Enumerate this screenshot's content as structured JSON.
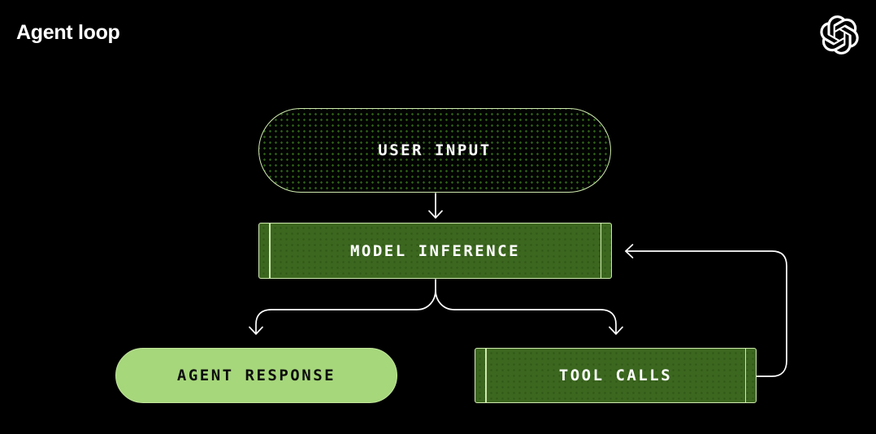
{
  "header": {
    "title": "Agent loop",
    "logo_icon": "openai-logo"
  },
  "colors": {
    "background": "#000000",
    "title_text": "#ffffff",
    "node_border": "#cfeaae",
    "green_fill": "#3c671f",
    "green_fill_dot": "#2f5718",
    "black_fill_dot": "#2c5c16",
    "light_green_fill": "#a6d77b",
    "connector": "#ffffff",
    "light_text": "#ffffff",
    "dark_text": "#0d0d0d"
  },
  "diagram": {
    "nodes": [
      {
        "id": "user-input",
        "label": "USER INPUT",
        "shape": "pill",
        "fill": "dotted-black"
      },
      {
        "id": "model-inference",
        "label": "MODEL INFERENCE",
        "shape": "subroutine",
        "fill": "green"
      },
      {
        "id": "agent-response",
        "label": "AGENT RESPONSE",
        "shape": "pill",
        "fill": "light-green"
      },
      {
        "id": "tool-calls",
        "label": "TOOL CALLS",
        "shape": "subroutine",
        "fill": "green"
      }
    ],
    "edges": [
      {
        "from": "user-input",
        "to": "model-inference",
        "type": "straight-down"
      },
      {
        "from": "model-inference",
        "to": "agent-response",
        "type": "branch-left"
      },
      {
        "from": "model-inference",
        "to": "tool-calls",
        "type": "branch-right"
      },
      {
        "from": "tool-calls",
        "to": "model-inference",
        "type": "loop-back-right"
      }
    ]
  }
}
